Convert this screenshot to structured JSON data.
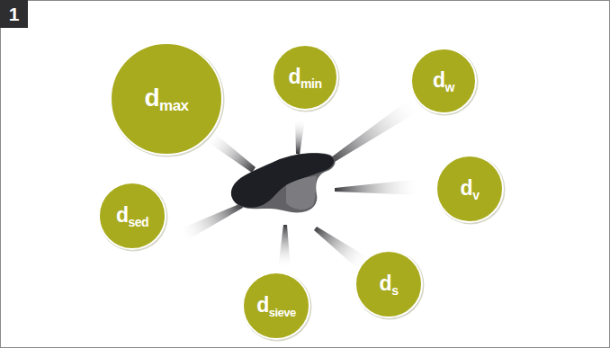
{
  "diagram": {
    "nodes": [
      {
        "text": [
          "dmax"
        ]
      },
      {
        "text": [
          "dmin"
        ]
      },
      {
        "text": [
          "dw"
        ]
      },
      {
        "text": [
          "dsed"
        ]
      },
      {
        "text": [
          "dv"
        ]
      },
      {
        "text": [
          "ds"
        ]
      },
      {
        "text": [
          "dsieve"
        ]
      }
    ],
    "labels": [
      "1"
    ]
  }
}
